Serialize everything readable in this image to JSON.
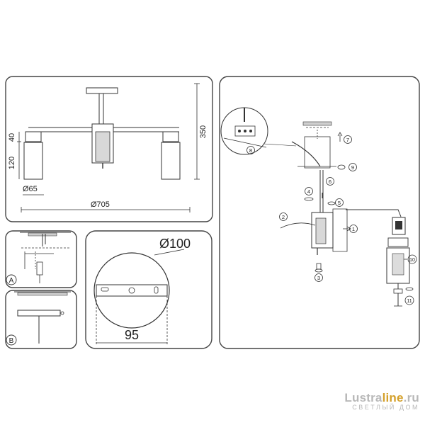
{
  "panel_main": {
    "dim_height_total": "350",
    "dim_top_segment": "40",
    "dim_shade_height": "120",
    "dim_shade_diameter": "Ø65",
    "dim_span_diameter": "Ø705"
  },
  "panel_a": {
    "label": "A"
  },
  "panel_b": {
    "label": "B"
  },
  "panel_plate": {
    "dim_diameter": "Ø100",
    "dim_width": "95"
  },
  "panel_assembly": {
    "callouts": [
      "1",
      "2",
      "3",
      "4",
      "5",
      "6",
      "7",
      "8",
      "9",
      "10",
      "11"
    ]
  },
  "watermark": {
    "brand_main": "Lustra",
    "brand_accent": "line",
    "brand_tld": ".ru",
    "tagline": "СВЕТЛЫЙ ДОМ"
  },
  "colors": {
    "line": "#333333",
    "panel_border": "#444444",
    "watermark_grey": "#b8b8b8",
    "watermark_accent": "#d4a02a"
  }
}
